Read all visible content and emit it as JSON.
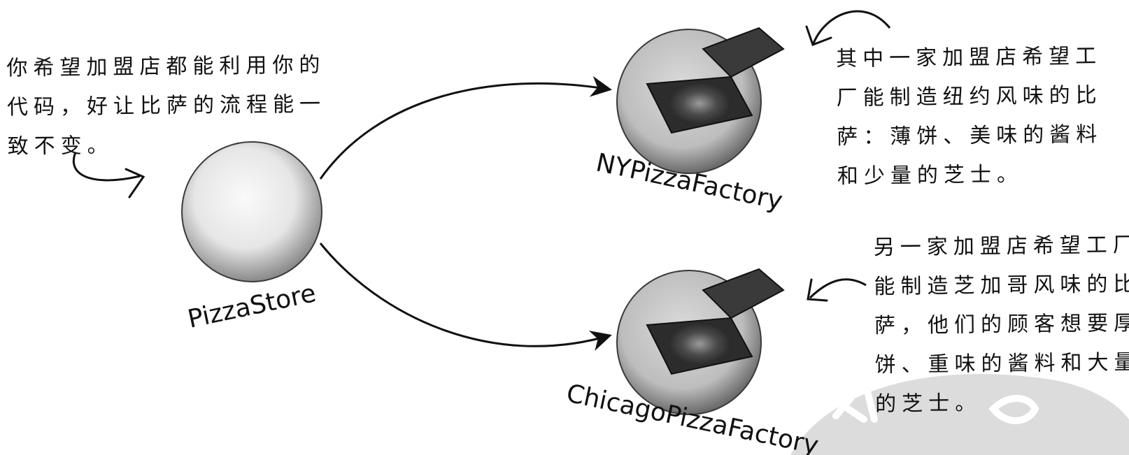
{
  "notes": {
    "left": {
      "lines": [
        "你希望加盟店都能利用你的",
        "代码，好让比萨的流程能一",
        "致不变。"
      ]
    },
    "top_right": {
      "lines": [
        "其中一家加盟店希望工",
        "厂能制造纽约风味的比",
        "萨：薄饼、美味的酱料",
        "和少量的芝士。"
      ]
    },
    "bottom_right": {
      "lines": [
        "另一家加盟店希望工厂",
        "能制造芝加哥风味的比",
        "萨，他们的顾客想要厚",
        "饼、重味的酱料和大量",
        "的芝士。"
      ]
    }
  },
  "nodes": {
    "store": {
      "label": "PizzaStore",
      "icon": "plain-ball"
    },
    "ny": {
      "label": "NYPizzaFactory",
      "icon": "pizza-box"
    },
    "chicago": {
      "label": "ChicagoPizzaFactory",
      "icon": "pizza-box"
    }
  },
  "colors": {
    "ink": "#111111",
    "ball_light": "#f4f4f4",
    "ball_dark": "#8a8a8a",
    "watermark": "#d8d8d8"
  }
}
